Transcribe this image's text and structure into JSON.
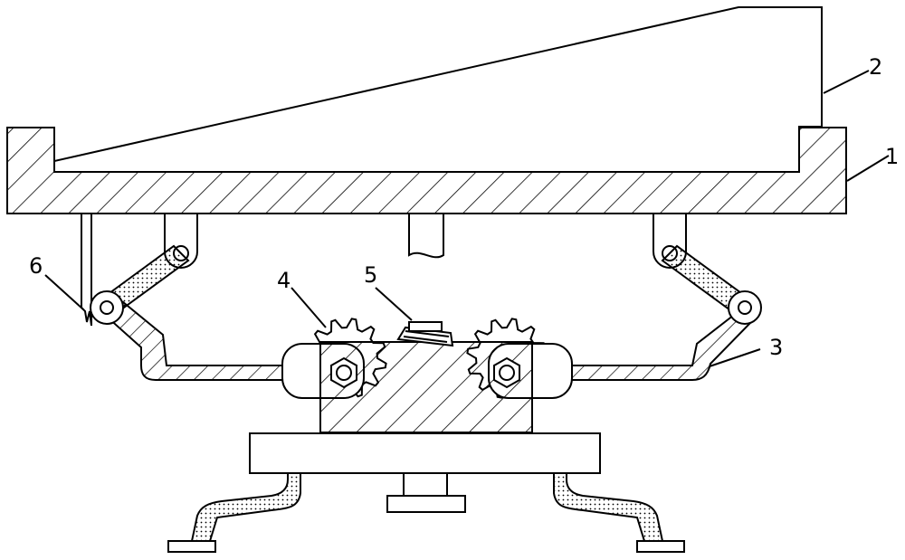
{
  "figure": {
    "callouts": [
      {
        "id": "1",
        "text": "1"
      },
      {
        "id": "2",
        "text": "2"
      },
      {
        "id": "3",
        "text": "3"
      },
      {
        "id": "4",
        "text": "4"
      },
      {
        "id": "5",
        "text": "5"
      },
      {
        "id": "6",
        "text": "6"
      }
    ],
    "colors": {
      "line": "#000000",
      "background": "#ffffff"
    }
  }
}
